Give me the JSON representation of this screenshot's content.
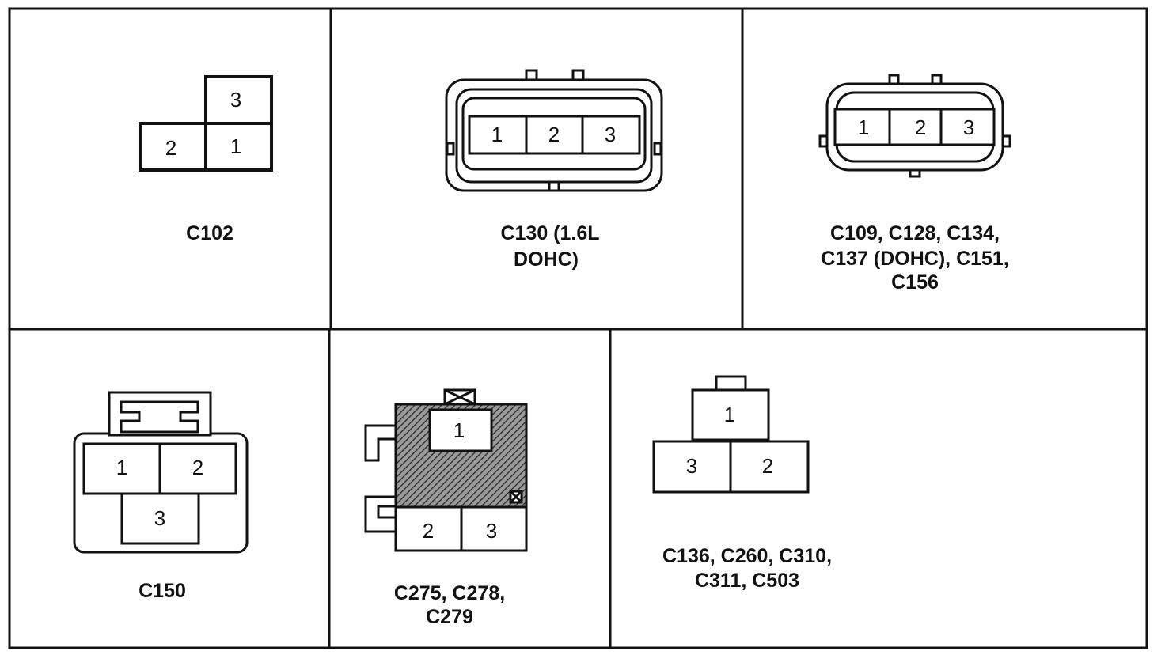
{
  "pins": {
    "p1": "1",
    "p2": "2",
    "p3": "3"
  },
  "labels": {
    "c102": "C102",
    "c130": [
      "C130 (1.6L",
      "DOHC)"
    ],
    "c109": [
      "C109, C128, C134,",
      "C137 (DOHC),  C151,",
      "C156"
    ],
    "c150": "C150",
    "c275": [
      "C275, C278,",
      "C279"
    ],
    "c136": [
      "C136, C260, C310,",
      "C311,  C503"
    ]
  },
  "colors": {
    "line": "#111111",
    "background": "#ffffff",
    "hatch": "#555555"
  }
}
